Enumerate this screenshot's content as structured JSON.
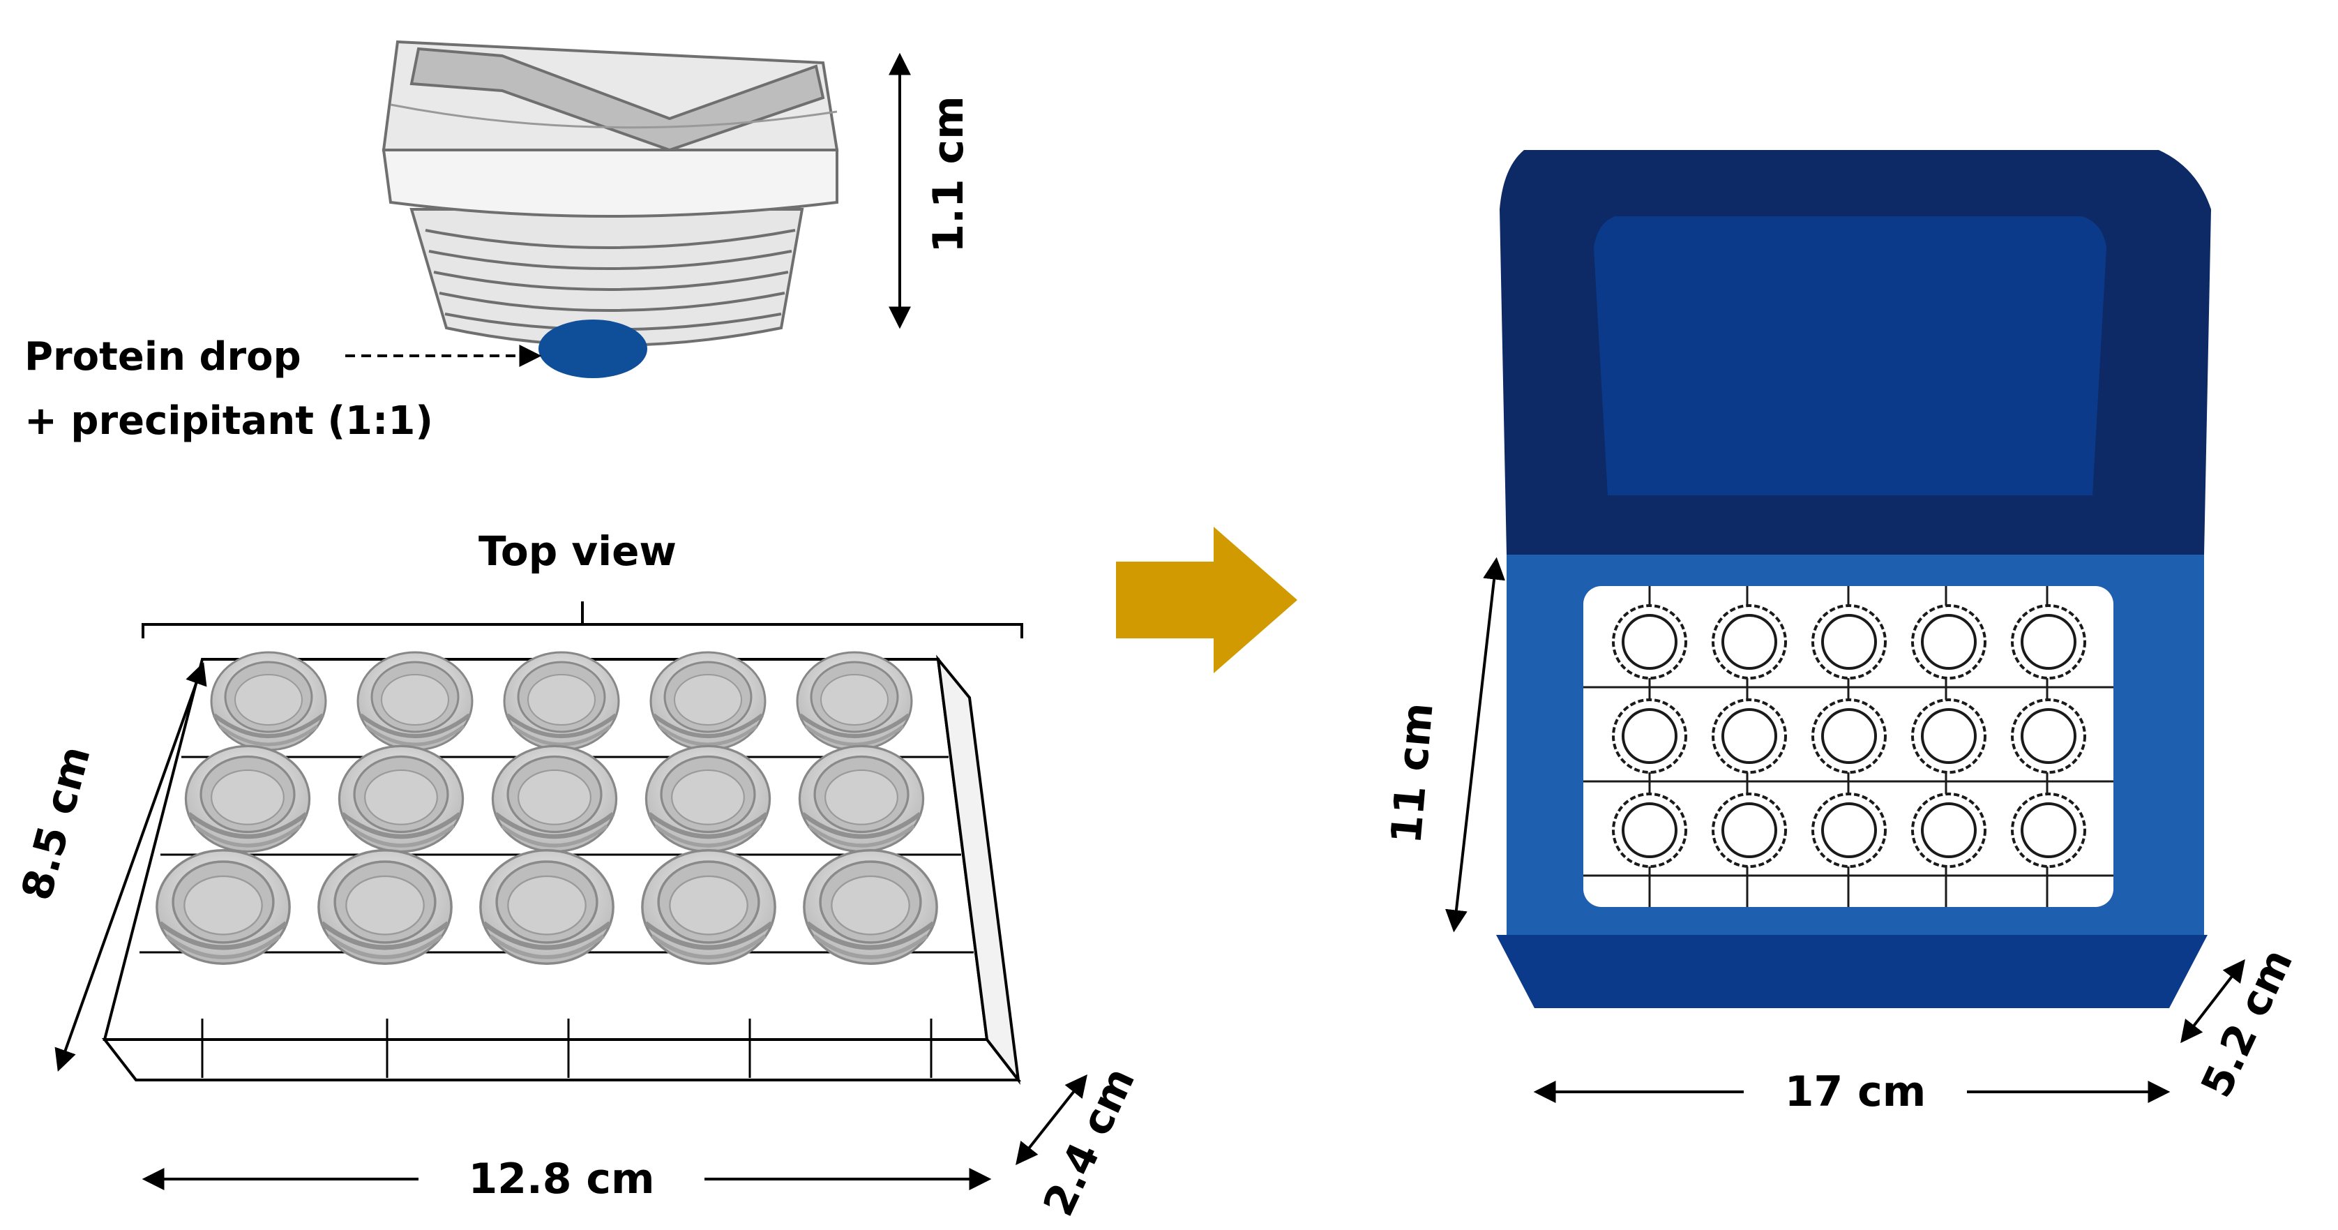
{
  "cap_section": {
    "height_label": "1.1 cm",
    "drop_label_line1": "Protein drop",
    "drop_label_line2": "+ precipitant (1:1)"
  },
  "tray_section": {
    "top_view_label": "Top view",
    "depth_label": "8.5 cm",
    "width_label": "12.8 cm",
    "height_label": "2.4 cm",
    "rows": 3,
    "cols": 5
  },
  "box_section": {
    "depth_label": "11 cm",
    "width_label": "17 cm",
    "height_label": "5.2 cm",
    "rows": 3,
    "cols": 5
  },
  "colors": {
    "arrow": "#d19a00",
    "box_dark": "#0d2a66",
    "box_mid": "#0c3a8a",
    "box_light": "#1f5fb0",
    "drop": "#0f4f9a",
    "cap_grey": "#dcdcdc"
  }
}
